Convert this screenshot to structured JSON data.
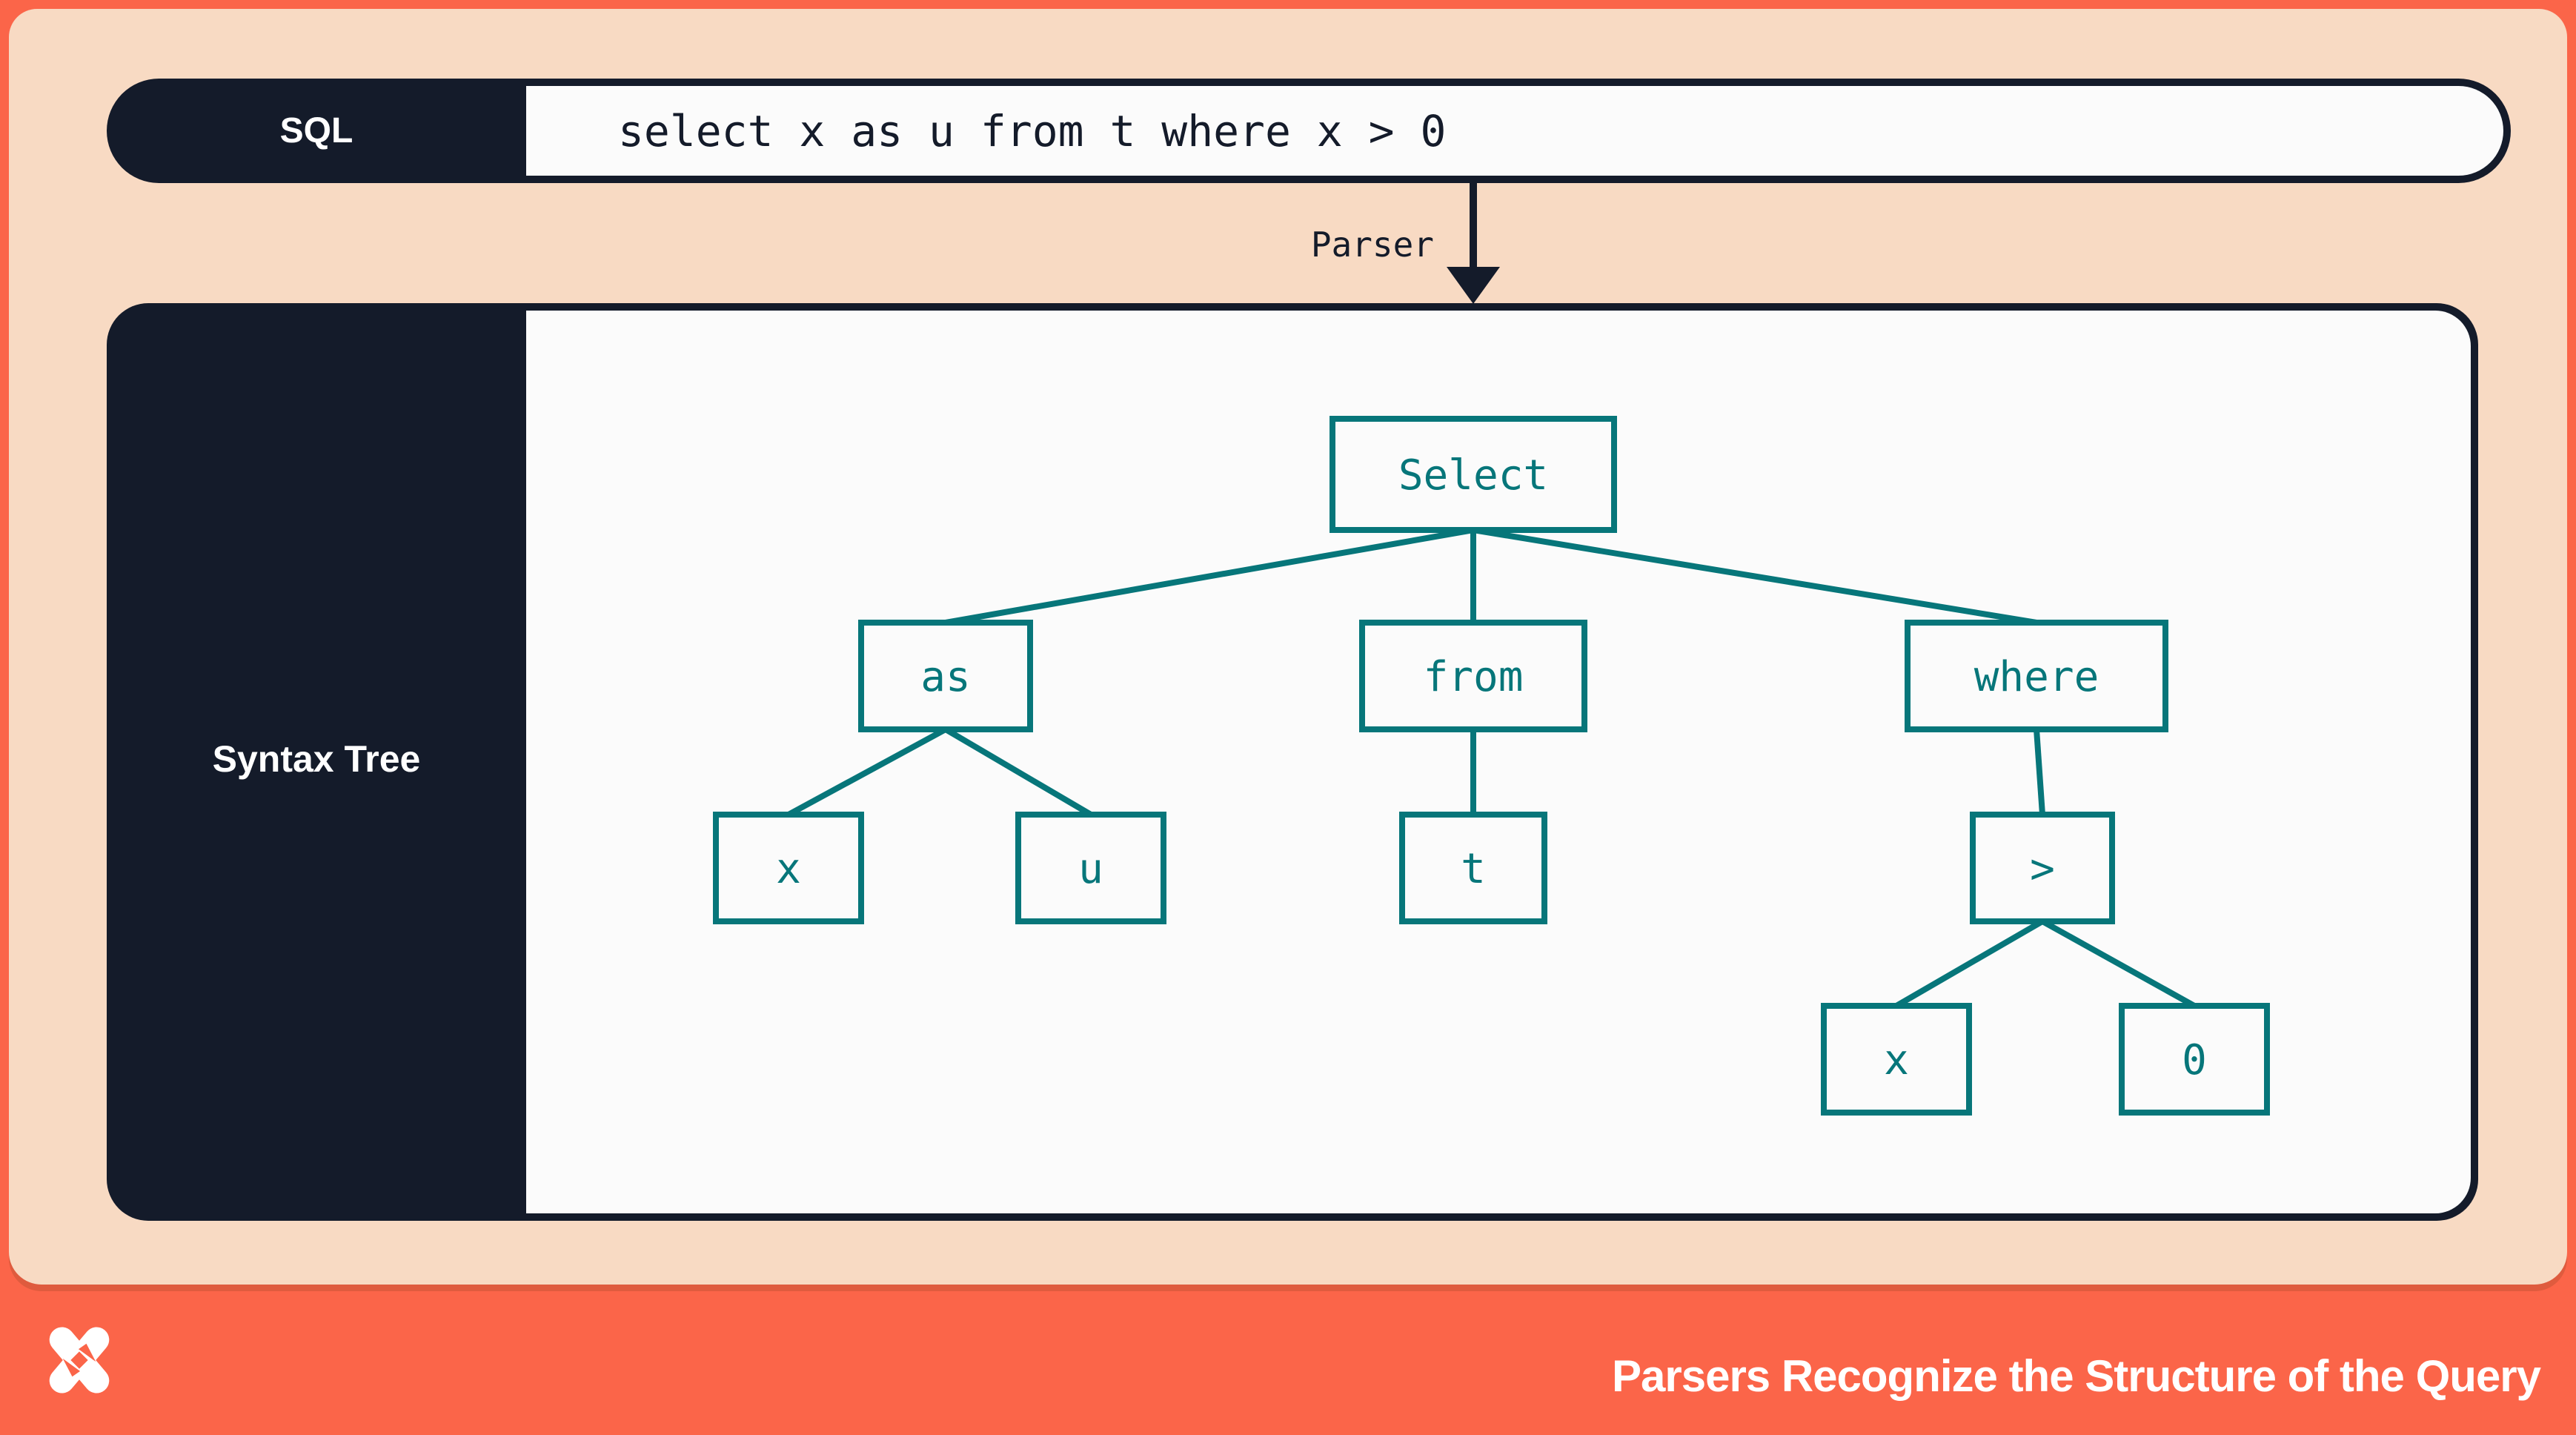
{
  "colors": {
    "accent_orange": "#FB6549",
    "peach_background": "#F8DAC3",
    "dark_navy": "#141B2A",
    "teal": "#07767A",
    "panel_white": "#FBFBFB"
  },
  "sql_bar": {
    "label": "SQL",
    "query": "select x as u from t where x > 0"
  },
  "parser_arrow": {
    "label": "Parser"
  },
  "syntax_tree": {
    "label": "Syntax Tree",
    "nodes": [
      {
        "id": "select",
        "label": "Select"
      },
      {
        "id": "as",
        "label": "as"
      },
      {
        "id": "from",
        "label": "from"
      },
      {
        "id": "where",
        "label": "where"
      },
      {
        "id": "x1",
        "label": "x"
      },
      {
        "id": "u",
        "label": "u"
      },
      {
        "id": "t",
        "label": "t"
      },
      {
        "id": "gt",
        "label": ">"
      },
      {
        "id": "x2",
        "label": "x"
      },
      {
        "id": "zero",
        "label": "0"
      }
    ],
    "edges": [
      "select->as",
      "select->from",
      "select->where",
      "as->x1",
      "as->u",
      "from->t",
      "where->gt",
      "gt->x2",
      "gt->zero"
    ]
  },
  "footer": {
    "title": "Parsers Recognize the Structure of the Query",
    "logo": "x-mark-logo"
  }
}
